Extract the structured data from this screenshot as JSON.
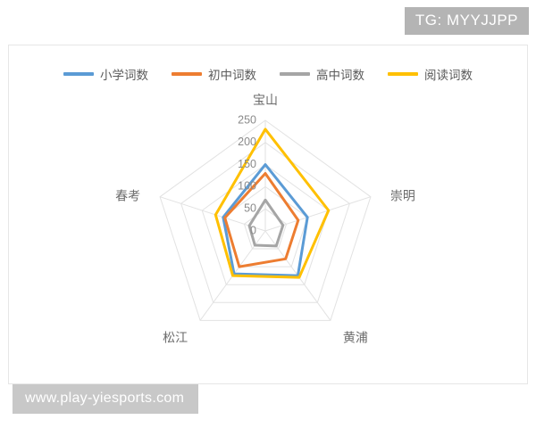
{
  "watermarks": {
    "tg": "TG: MYYJJPP",
    "site": "www.play-yiesports.com"
  },
  "chart_data": {
    "type": "radar",
    "title": "",
    "categories": [
      "宝山",
      "崇明",
      "黄浦",
      "松江",
      "春考"
    ],
    "tick_labels": [
      "0",
      "50",
      "100",
      "150",
      "200",
      "250"
    ],
    "ticks": [
      0,
      50,
      100,
      150,
      200,
      250
    ],
    "rmin": 0,
    "rmax": 250,
    "grid": true,
    "legend_position": "top",
    "series": [
      {
        "name": "小学词数",
        "color": "#5b9bd5",
        "values": [
          150,
          100,
          125,
          120,
          100
        ]
      },
      {
        "name": "初中词数",
        "color": "#ed7d31",
        "values": [
          130,
          78,
          78,
          100,
          96
        ]
      },
      {
        "name": "高中词数",
        "color": "#a5a5a5",
        "values": [
          70,
          42,
          42,
          40,
          38
        ]
      },
      {
        "name": "阅读词数",
        "color": "#ffc000",
        "values": [
          230,
          150,
          130,
          125,
          118
        ]
      }
    ]
  },
  "colors": {
    "grid": "#e2e2e2",
    "tick_text": "#8a8a8a",
    "category_text": "#6b6b6b",
    "legend_text": "#5a5a5a",
    "card_border": "#e6e6e6",
    "watermark_tg_bg": "#b4b4b4",
    "watermark_site_bg": "#c8c8c8"
  }
}
